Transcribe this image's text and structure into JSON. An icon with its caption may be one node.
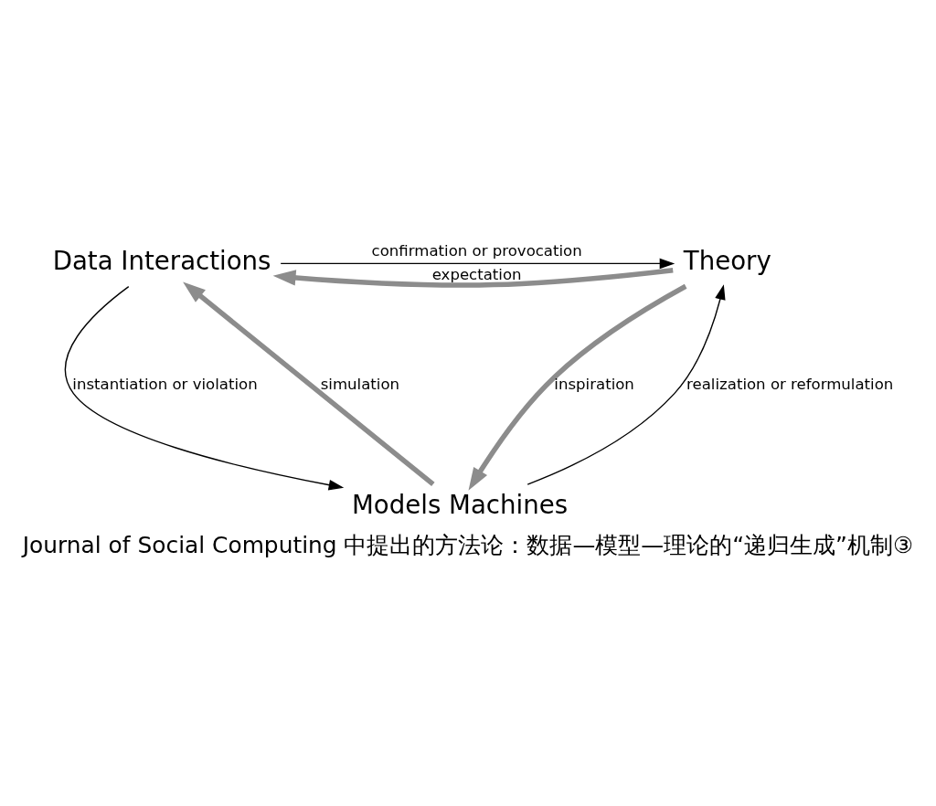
{
  "diagram": {
    "caption": "Journal of Social Computing 中提出的方法论：数据—模型—理论的“递归生成”机制③",
    "nodes": [
      {
        "text": [
          "Data Interactions"
        ]
      },
      {
        "text": [
          "Theory"
        ]
      },
      {
        "text": [
          "Models Machines"
        ]
      }
    ],
    "edges": [
      {
        "from": 1,
        "to": 0,
        "arrow": "to",
        "label": "expectation",
        "style": "thick",
        "color": "#8c8c8c"
      },
      {
        "from": 0,
        "to": 1,
        "arrow": "to",
        "label": "confirmation or provocation",
        "color": "#000000"
      },
      {
        "from": 2,
        "to": 0,
        "arrow": "to",
        "label": "simulation",
        "style": "thick",
        "color": "#8c8c8c"
      },
      {
        "from": 0,
        "to": 2,
        "arrow": "to",
        "label": "instantiation or violation",
        "color": "#000000"
      },
      {
        "from": 1,
        "to": 2,
        "arrow": "to",
        "label": "inspiration",
        "style": "thick",
        "color": "#8c8c8c"
      },
      {
        "from": 2,
        "to": 1,
        "arrow": "to",
        "label": "realization or reformulation",
        "color": "#000000"
      }
    ]
  }
}
